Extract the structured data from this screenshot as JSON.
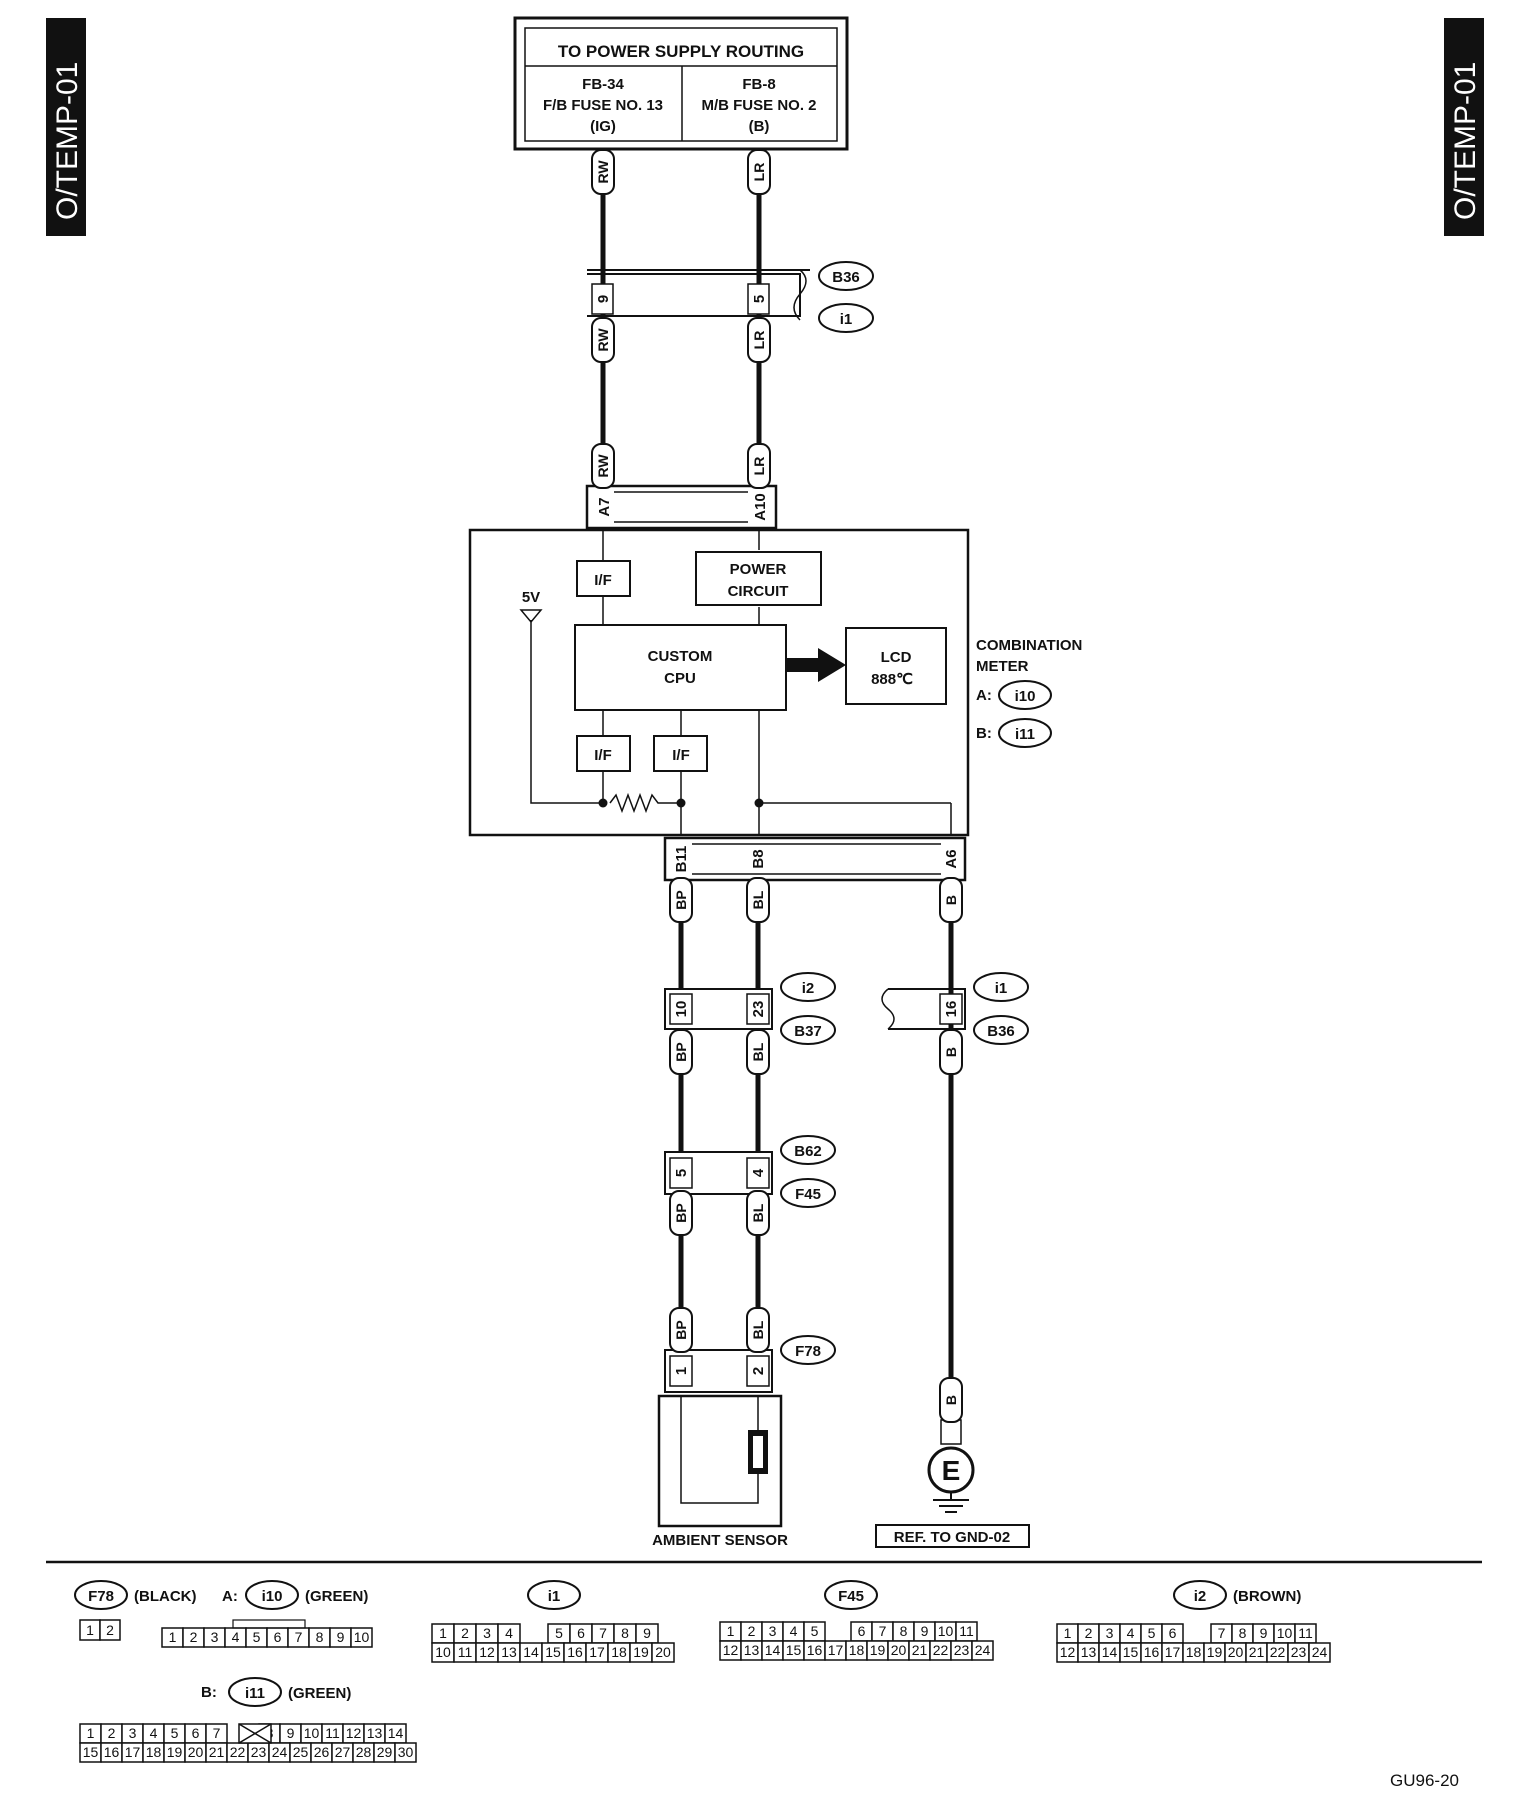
{
  "side_tabs": {
    "left": "O/TEMP-01",
    "right": "O/TEMP-01"
  },
  "power_supply": {
    "title": "TO POWER SUPPLY ROUTING",
    "left": {
      "line1": "FB-34",
      "line2": "F/B FUSE NO. 13",
      "line3": "(IG)"
    },
    "right": {
      "line1": "FB-8",
      "line2": "M/B FUSE NO. 2",
      "line3": "(B)"
    }
  },
  "wires": {
    "rw": "RW",
    "lr": "LR",
    "bp": "BP",
    "bl": "BL",
    "b": "B"
  },
  "connectors": {
    "b36": "B36",
    "i1": "i1",
    "i2": "i2",
    "b37": "B37",
    "b62": "B62",
    "f45": "F45",
    "f78": "F78",
    "i10": "i10",
    "i11": "i11"
  },
  "pins": {
    "p9": "9",
    "p5": "5",
    "a7": "A7",
    "a10": "A10",
    "b11": "B11",
    "b8": "B8",
    "a6": "A6",
    "p10": "10",
    "p23": "23",
    "p16": "16",
    "p5b": "5",
    "p4": "4",
    "p1": "1",
    "p2": "2"
  },
  "meter": {
    "if_label": "I/F",
    "power_l1": "POWER",
    "power_l2": "CIRCUIT",
    "cpu_l1": "CUSTOM",
    "cpu_l2": "CPU",
    "lcd_l1": "LCD",
    "lcd_l2": "888℃",
    "v5": "5V",
    "name_l1": "COMBINATION",
    "name_l2": "METER",
    "a_prefix": "A:",
    "b_prefix": "B:"
  },
  "ground": {
    "symbol": "E",
    "ref": "REF. TO GND-02"
  },
  "sensor_label": "AMBIENT SENSOR",
  "legend": {
    "f78_color": "(BLACK)",
    "i10_prefix": "A:",
    "i10_color": "(GREEN)",
    "i11_prefix": "B:",
    "i11_color": "(GREEN)",
    "i2_color": "(BROWN)",
    "f78_pins": [
      "1",
      "2"
    ],
    "i10_pins": [
      "1",
      "2",
      "3",
      "4",
      "5",
      "6",
      "7",
      "8",
      "9",
      "10"
    ],
    "i1_top": [
      "1",
      "2",
      "3",
      "4",
      "5",
      "6",
      "7",
      "8",
      "9"
    ],
    "i1_bottom": [
      "10",
      "11",
      "12",
      "13",
      "14",
      "15",
      "16",
      "17",
      "18",
      "19",
      "20"
    ],
    "f45_top": [
      "1",
      "2",
      "3",
      "4",
      "5",
      "6",
      "7",
      "8",
      "9",
      "10",
      "11"
    ],
    "f45_bottom": [
      "12",
      "13",
      "14",
      "15",
      "16",
      "17",
      "18",
      "19",
      "20",
      "21",
      "22",
      "23",
      "24"
    ],
    "i2_top": [
      "1",
      "2",
      "3",
      "4",
      "5",
      "6",
      "7",
      "8",
      "9",
      "10",
      "11"
    ],
    "i2_bottom": [
      "12",
      "13",
      "14",
      "15",
      "16",
      "17",
      "18",
      "19",
      "20",
      "21",
      "22",
      "23",
      "24"
    ],
    "i11_top": [
      "1",
      "2",
      "3",
      "4",
      "5",
      "6",
      "7",
      "8",
      "9",
      "10",
      "11",
      "12",
      "13",
      "14"
    ],
    "i11_bottom": [
      "15",
      "16",
      "17",
      "18",
      "19",
      "20",
      "21",
      "22",
      "23",
      "24",
      "25",
      "26",
      "27",
      "28",
      "29",
      "30"
    ]
  },
  "figure_code": "GU96-20"
}
